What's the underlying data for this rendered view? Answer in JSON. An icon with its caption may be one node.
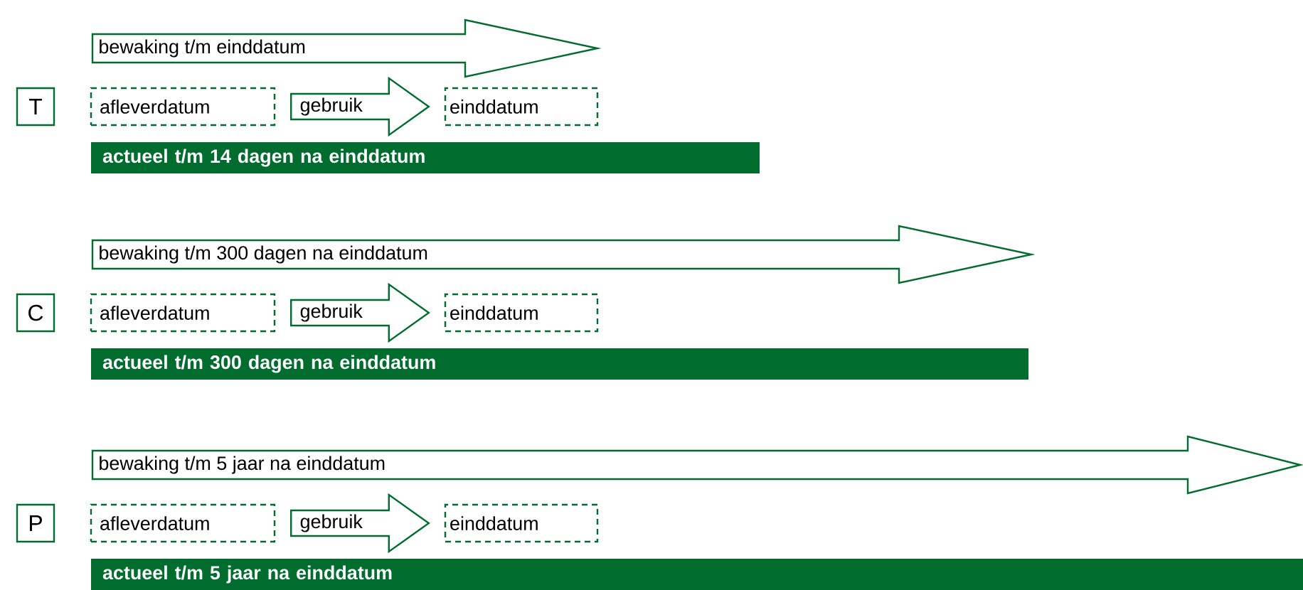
{
  "diagram": {
    "nodes": [
      {
        "text": [
          "T"
        ]
      },
      {
        "text": [
          "bewaking t/m einddatum"
        ]
      },
      {
        "text": [
          "afleverdatum"
        ]
      },
      {
        "text": [
          "einddatum"
        ]
      },
      {
        "text": [
          "actueel t/m 14 dagen na einddatum"
        ]
      },
      {
        "text": [
          "C"
        ]
      },
      {
        "text": [
          "bewaking t/m 300 dagen na einddatum"
        ]
      },
      {
        "text": [
          "afleverdatum"
        ]
      },
      {
        "text": [
          "einddatum"
        ]
      },
      {
        "text": [
          "actueel t/m 300 dagen na einddatum"
        ]
      },
      {
        "text": [
          "P"
        ]
      },
      {
        "text": [
          "bewaking t/m 5 jaar na einddatum"
        ]
      },
      {
        "text": [
          "afleverdatum"
        ]
      },
      {
        "text": [
          "einddatum"
        ]
      },
      {
        "text": [
          "actueel t/m 5 jaar na einddatum"
        ]
      }
    ],
    "edges": [
      {
        "from": 2,
        "to": 3,
        "arrow": "to",
        "label": "gebruik"
      },
      {
        "from": 7,
        "to": 8,
        "arrow": "to",
        "label": "gebruik"
      },
      {
        "from": 12,
        "to": 13,
        "arrow": "to",
        "label": "gebruik"
      }
    ]
  }
}
